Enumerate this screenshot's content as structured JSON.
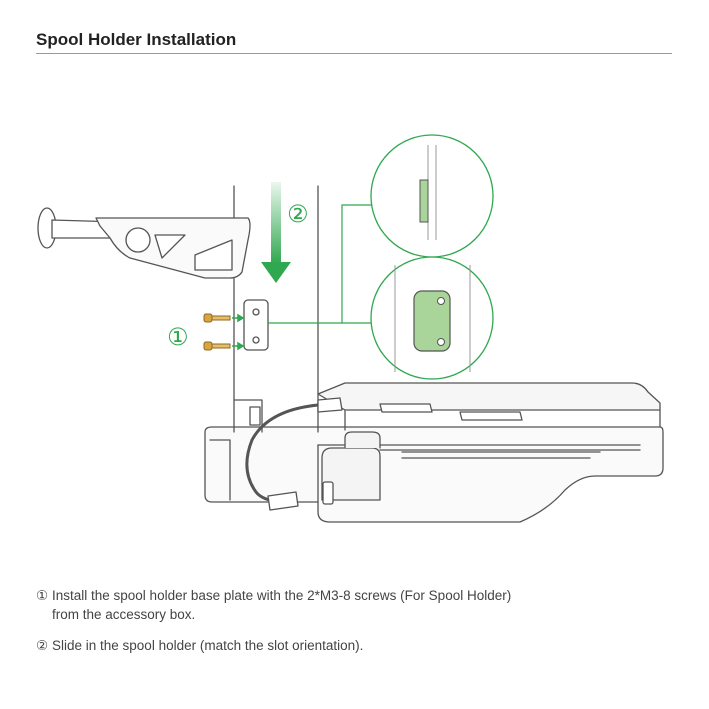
{
  "page": {
    "title": "Spool Holder Installation"
  },
  "figure": {
    "callout_1": "①",
    "callout_2": "②",
    "colors": {
      "accent": "#2fa84f",
      "accent_fill": "#a9d49a",
      "screw": "#d9a441",
      "line": "#555555"
    }
  },
  "steps": [
    {
      "marker": "①",
      "line1": "Install the spool holder base plate with the 2*M3-8 screws (For Spool Holder)",
      "line2": "from the accessory box."
    },
    {
      "marker": "②",
      "line1": "Slide in the spool holder (match the slot orientation)."
    }
  ]
}
